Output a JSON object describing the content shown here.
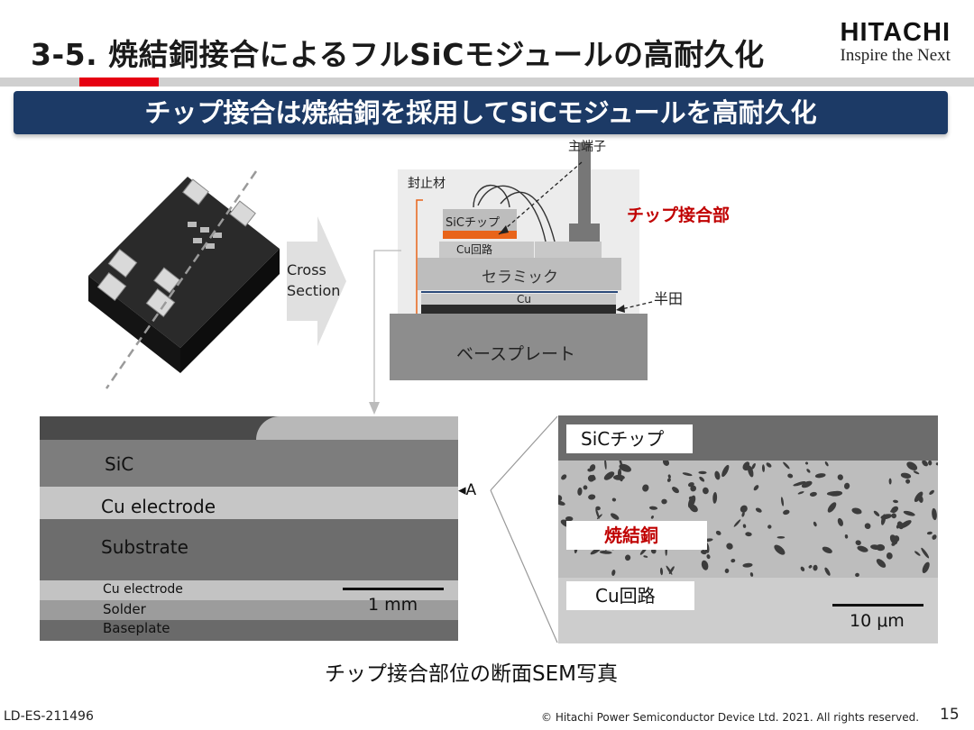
{
  "header": {
    "title": "3-5. 焼結銅接合によるフルSiCモジュールの高耐久化",
    "logo_brand": "HITACHI",
    "logo_tagline": "Inspire the Next"
  },
  "banner": {
    "text": "チップ接合は焼結銅を採用してSiCモジュールを高耐久化"
  },
  "arrow": {
    "label_line1": "Cross",
    "label_line2": "Section"
  },
  "diagram": {
    "main_terminal": "主端子",
    "encapsulant": "封止材",
    "sic_chip": "SiCチップ",
    "chip_joint": "チップ接合部",
    "cu_circuit": "Cu回路",
    "ceramic": "セラミック",
    "cu": "Cu",
    "solder": "半田",
    "baseplate": "ベースプレート"
  },
  "sem_left": {
    "sic": "SiC",
    "cu_electrode": "Cu electrode",
    "substrate": "Substrate",
    "cu_electrode_small": "Cu electrode",
    "solder": "Solder",
    "baseplate": "Baseplate",
    "scale": "1 mm",
    "marker": "A"
  },
  "sem_right": {
    "sic_chip": "SiCチップ",
    "sintered_cu": "焼結銅",
    "cu_circuit": "Cu回路",
    "scale": "10 μm"
  },
  "caption": "チップ接合部位の断面SEM写真",
  "footer": {
    "doc_id": "LD-ES-211496",
    "copyright": "© Hitachi Power Semiconductor Device Ltd. 2021. All rights reserved.",
    "page": "15"
  },
  "colors": {
    "banner": "#1c3a66",
    "accent_red": "#e60012",
    "callout_red": "#c00000",
    "chip_joint": "#e8641a"
  }
}
